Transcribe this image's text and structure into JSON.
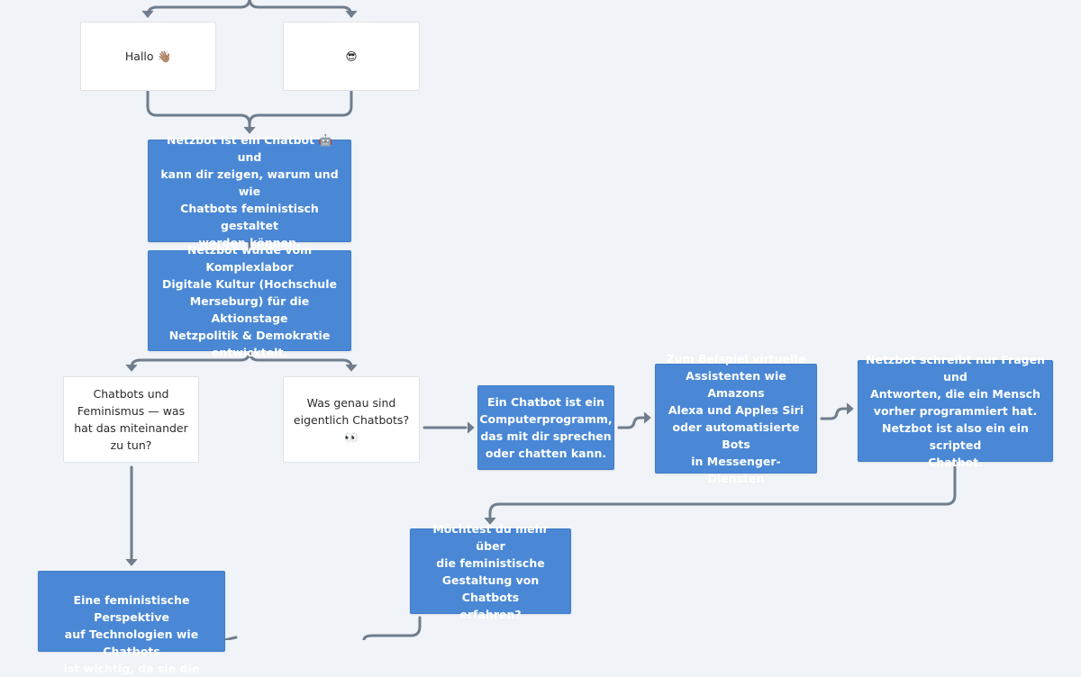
{
  "colors": {
    "background": "#f0f3f7",
    "connector": "#6f7d8c",
    "node_blue": "#4a88d6",
    "node_white": "#ffffff"
  },
  "nodes": {
    "hallo": "Hallo 👋🏽",
    "emoji_reply": "😎",
    "intro": "Netzbot ist ein Chatbot 🤖 und\nkann dir zeigen, warum und wie\nChatbots feministisch gestaltet\nwerden können.",
    "origin": "Netzbot wurde vom Komplexlabor\nDigitale Kultur (Hochschule\nMerseburg) für die Aktionstage\nNetzpolitik & Demokratie\nentwicktelt.",
    "question_feminism": "Chatbots und\nFeminismus — was\nhat das miteinander\nzu tun?",
    "question_what": "Was genau sind\neigentlich Chatbots?\n👀",
    "chatbot_def": "Ein Chatbot ist ein\nComputerprogramm,\ndas mit dir sprechen\noder chatten kann.",
    "examples": "Zum Beispiel virtuelle\nAssistenten wie Amazons\nAlexa und Apples Siri\noder automatisierte Bots\nin Messenger-Diensten",
    "scripted": "Netzbot schreibt nur Fragen und\nAntworten, die ein Mensch\nvorher programmiert hat.\nNetzbot ist also ein ein scripted\nChatbot.",
    "more_question": "Möchtest du mehr über\ndie feministische\nGestaltung von Chatbots\nerfahren?",
    "perspective": "Eine feministische Perspektive\nauf Technologien wie Chatbots\nist wichtig, da sie die"
  }
}
